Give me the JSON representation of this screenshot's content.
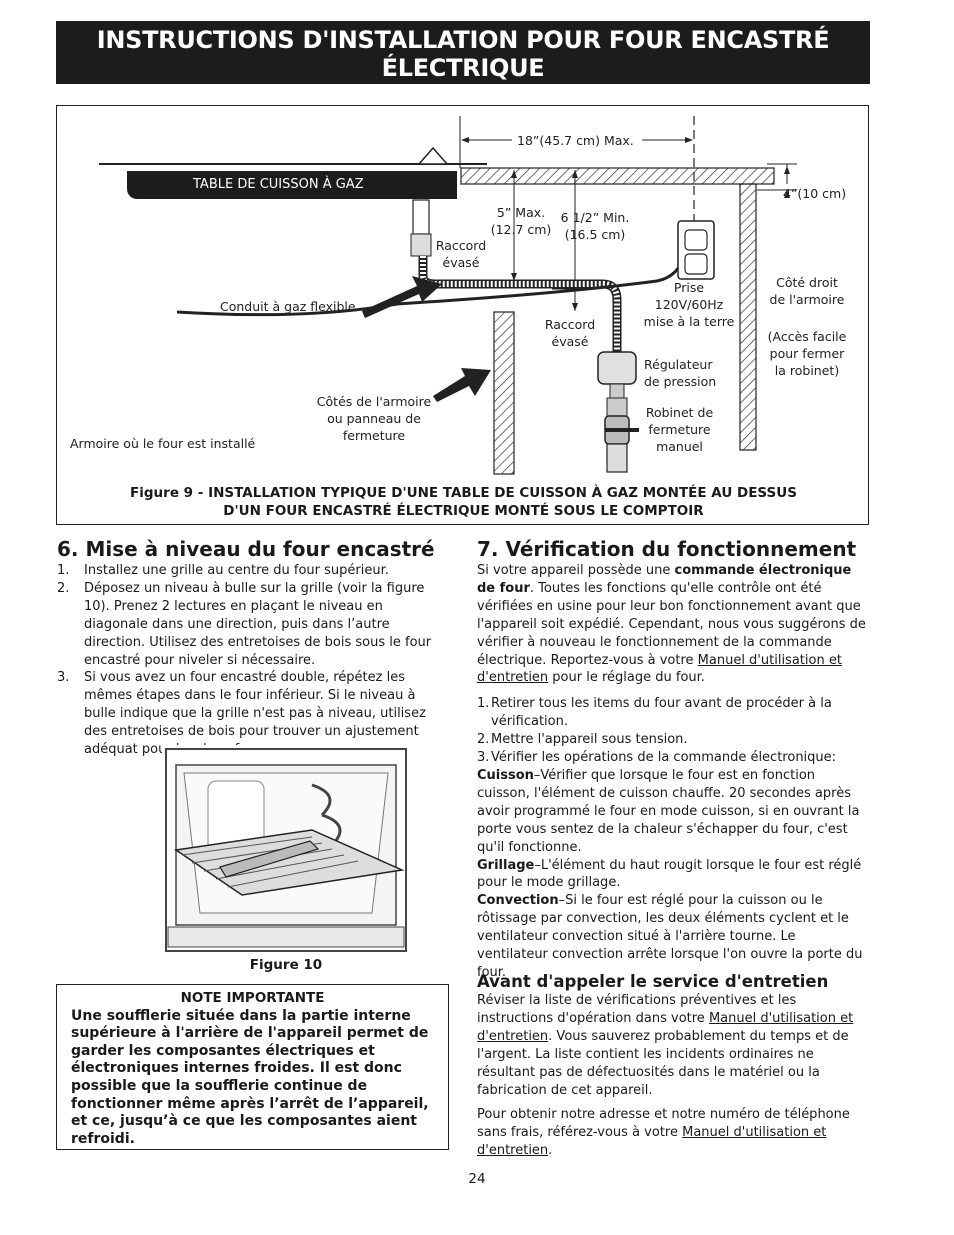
{
  "header": {
    "title": "INSTRUCTIONS D'INSTALLATION POUR FOUR ENCASTRÉ ÉLECTRIQUE",
    "subtitle": "(Combiné à une table de cuisson électrique ou à gaz (en option))"
  },
  "figure9": {
    "labels": {
      "gas_cooktop": "TABLE DE CUISSON À GAZ",
      "max_18": "18”(45.7 cm) Max.",
      "min_4": "4”(10 cm)",
      "max_5_line1": "5” Max.",
      "max_5_line2": "(12.7 cm)",
      "min_6_line1": "6 1/2” Min.",
      "min_6_line2": "(16.5 cm)",
      "flare1_line1": "Raccord",
      "flare1_line2": "évasé",
      "flex_conduit": "Conduit à gaz flexible",
      "flare2_line1": "Raccord",
      "flare2_line2": "évasé",
      "outlet_line1": "Prise",
      "outlet_line2": "120V/60Hz",
      "outlet_line3": "mise à la terre",
      "right_side_line1": "Côté droit",
      "right_side_line2": "de l'armoire",
      "access_line1": "(Accès facile",
      "access_line2": "pour fermer",
      "access_line3": "la robinet)",
      "regulator_line1": "Régulateur",
      "regulator_line2": "de pression",
      "valve_line1": "Robinet de",
      "valve_line2": "fermeture",
      "valve_line3": "manuel",
      "cab_sides_line1": "Côtés de l'armoire",
      "cab_sides_line2": "ou panneau de",
      "cab_sides_line3": "fermeture",
      "cabinet": "Armoire où le four est installé"
    },
    "caption_line1": "Figure 9 - INSTALLATION TYPIQUE D'UNE TABLE DE CUISSON À GAZ MONTÉE AU DESSUS",
    "caption_line2": "D'UN FOUR ENCASTRÉ ÉLECTRIQUE MONTÉ SOUS LE COMPTOIR"
  },
  "section6": {
    "heading": "6. Mise à niveau du four encastré",
    "items": [
      {
        "num": "1.",
        "text": "Installez une grille au centre du four supérieur."
      },
      {
        "num": "2.",
        "text": "Déposez un niveau à bulle sur la grille (voir la figure 10). Prenez 2 lectures en plaçant le niveau en diagonale dans une direction, puis dans l’autre direction. Utilisez des entretoises de bois sous le four encastré pour niveler si nécessaire."
      },
      {
        "num": "3.",
        "text": "Si vous avez un four encastré double, répétez les mêmes étapes dans le four inférieur. Si le niveau à bulle indique que la grille n'est pas à niveau, utilisez des entretoises de bois pour trouver un ajustement adéquat pour les deux fours."
      }
    ],
    "figure_caption": "Figure 10"
  },
  "note": {
    "title": "NOTE IMPORTANTE",
    "body": "Une soufflerie située dans la partie interne supérieure à l'arrière de l'appareil permet de garder les composantes électriques et électroniques internes froides. Il est donc possible que la soufflerie continue de fonctionner même après l’arrêt de l’appareil, et ce, jusqu’à ce que les composantes aient refroidi."
  },
  "section7": {
    "heading": "7. Vérification du fonctionnement",
    "intro_a": "Si votre appareil possède une ",
    "intro_bold": "commande électronique de four",
    "intro_b": ". Toutes les fonctions qu'elle contrôle ont été vérifiées en usine pour leur bon fonctionnement avant que l'appareil soit expédié. Cependant, nous vous suggérons de vérifier à nouveau le fonctionnement de la commande électrique. Reportez-vous à votre ",
    "intro_link": "Manuel d'utilisation et d'entretien",
    "intro_c": " pour le réglage du four.",
    "steps": [
      {
        "num": "1.",
        "text": "Retirer tous les items du four avant de procéder à la vérification."
      },
      {
        "num": "2.",
        "text": "Mettre l'appareil sous tension."
      },
      {
        "num": "3.",
        "text": "Vérifier les opérations de la commande électronique:"
      }
    ],
    "cuisson_label": "Cuisson",
    "cuisson_text": "–Vérifier que lorsque le four est en fonction cuisson, l'élément de cuisson chauffe. 20 secondes après avoir programmé le four en mode cuisson, si en ouvrant la porte vous sentez de la chaleur s'échapper du four, c'est qu'il fonctionne.",
    "grillage_label": "Grillage",
    "grillage_text": "–L'élément du haut rougit lorsque le four est réglé pour le mode grillage.",
    "convection_label": "Convection",
    "convection_text": "–Si le four est réglé pour la cuisson ou le rôtissage par convection, les deux éléments cyclent et le ventilateur convection situé à l'arrière tourne. Le ventilateur convection arrête lorsque l'on ouvre la porte du four."
  },
  "service": {
    "heading": "Avant d'appeler le service d'entretien",
    "p1_a": "Réviser la liste de vérifications préventives et les instructions d'opération dans votre ",
    "p1_link": "Manuel d'utilisation et d'entretien",
    "p1_b": ". Vous sauverez probablement du temps et de l'argent. La liste contient les incidents ordinaires ne résultant pas de défectuosités dans le matériel ou la fabrication de cet appareil.",
    "p2_a": "Pour obtenir notre adresse et notre numéro de téléphone sans frais, référez-vous à votre ",
    "p2_link": "Manuel d'utilisation et d'entretien",
    "p2_b": "."
  },
  "page_number": "24"
}
